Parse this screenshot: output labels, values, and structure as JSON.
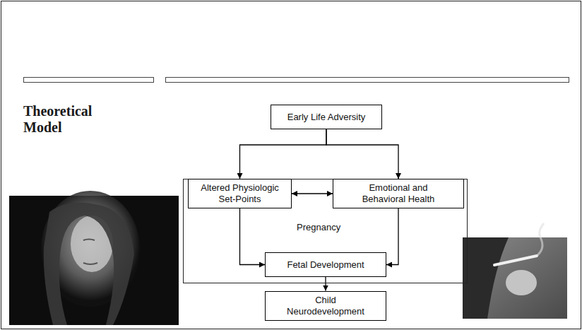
{
  "diagram": {
    "title": "Theoretical Model",
    "nodes": [
      {
        "text": [
          "Early Life Adversity"
        ]
      },
      {
        "text": [
          "Pregnancy"
        ]
      },
      {
        "text": [
          "Altered Physiologic Set-Points"
        ],
        "in": 1
      },
      {
        "text": [
          "Emotional and Behavioral Health"
        ],
        "in": 1
      },
      {
        "text": [
          "Fetal Development"
        ],
        "in": 1
      },
      {
        "text": [
          "Child Neurodevelopment"
        ]
      }
    ],
    "edges": [
      {
        "from": 0,
        "to": 2,
        "arrow": "to"
      },
      {
        "from": 0,
        "to": 3,
        "arrow": "to"
      },
      {
        "from": 2,
        "to": 3,
        "arrow": "both"
      },
      {
        "from": 2,
        "to": 4,
        "arrow": "to"
      },
      {
        "from": 3,
        "to": 4,
        "arrow": "to"
      },
      {
        "from": 4,
        "to": 5,
        "arrow": "to"
      }
    ]
  }
}
